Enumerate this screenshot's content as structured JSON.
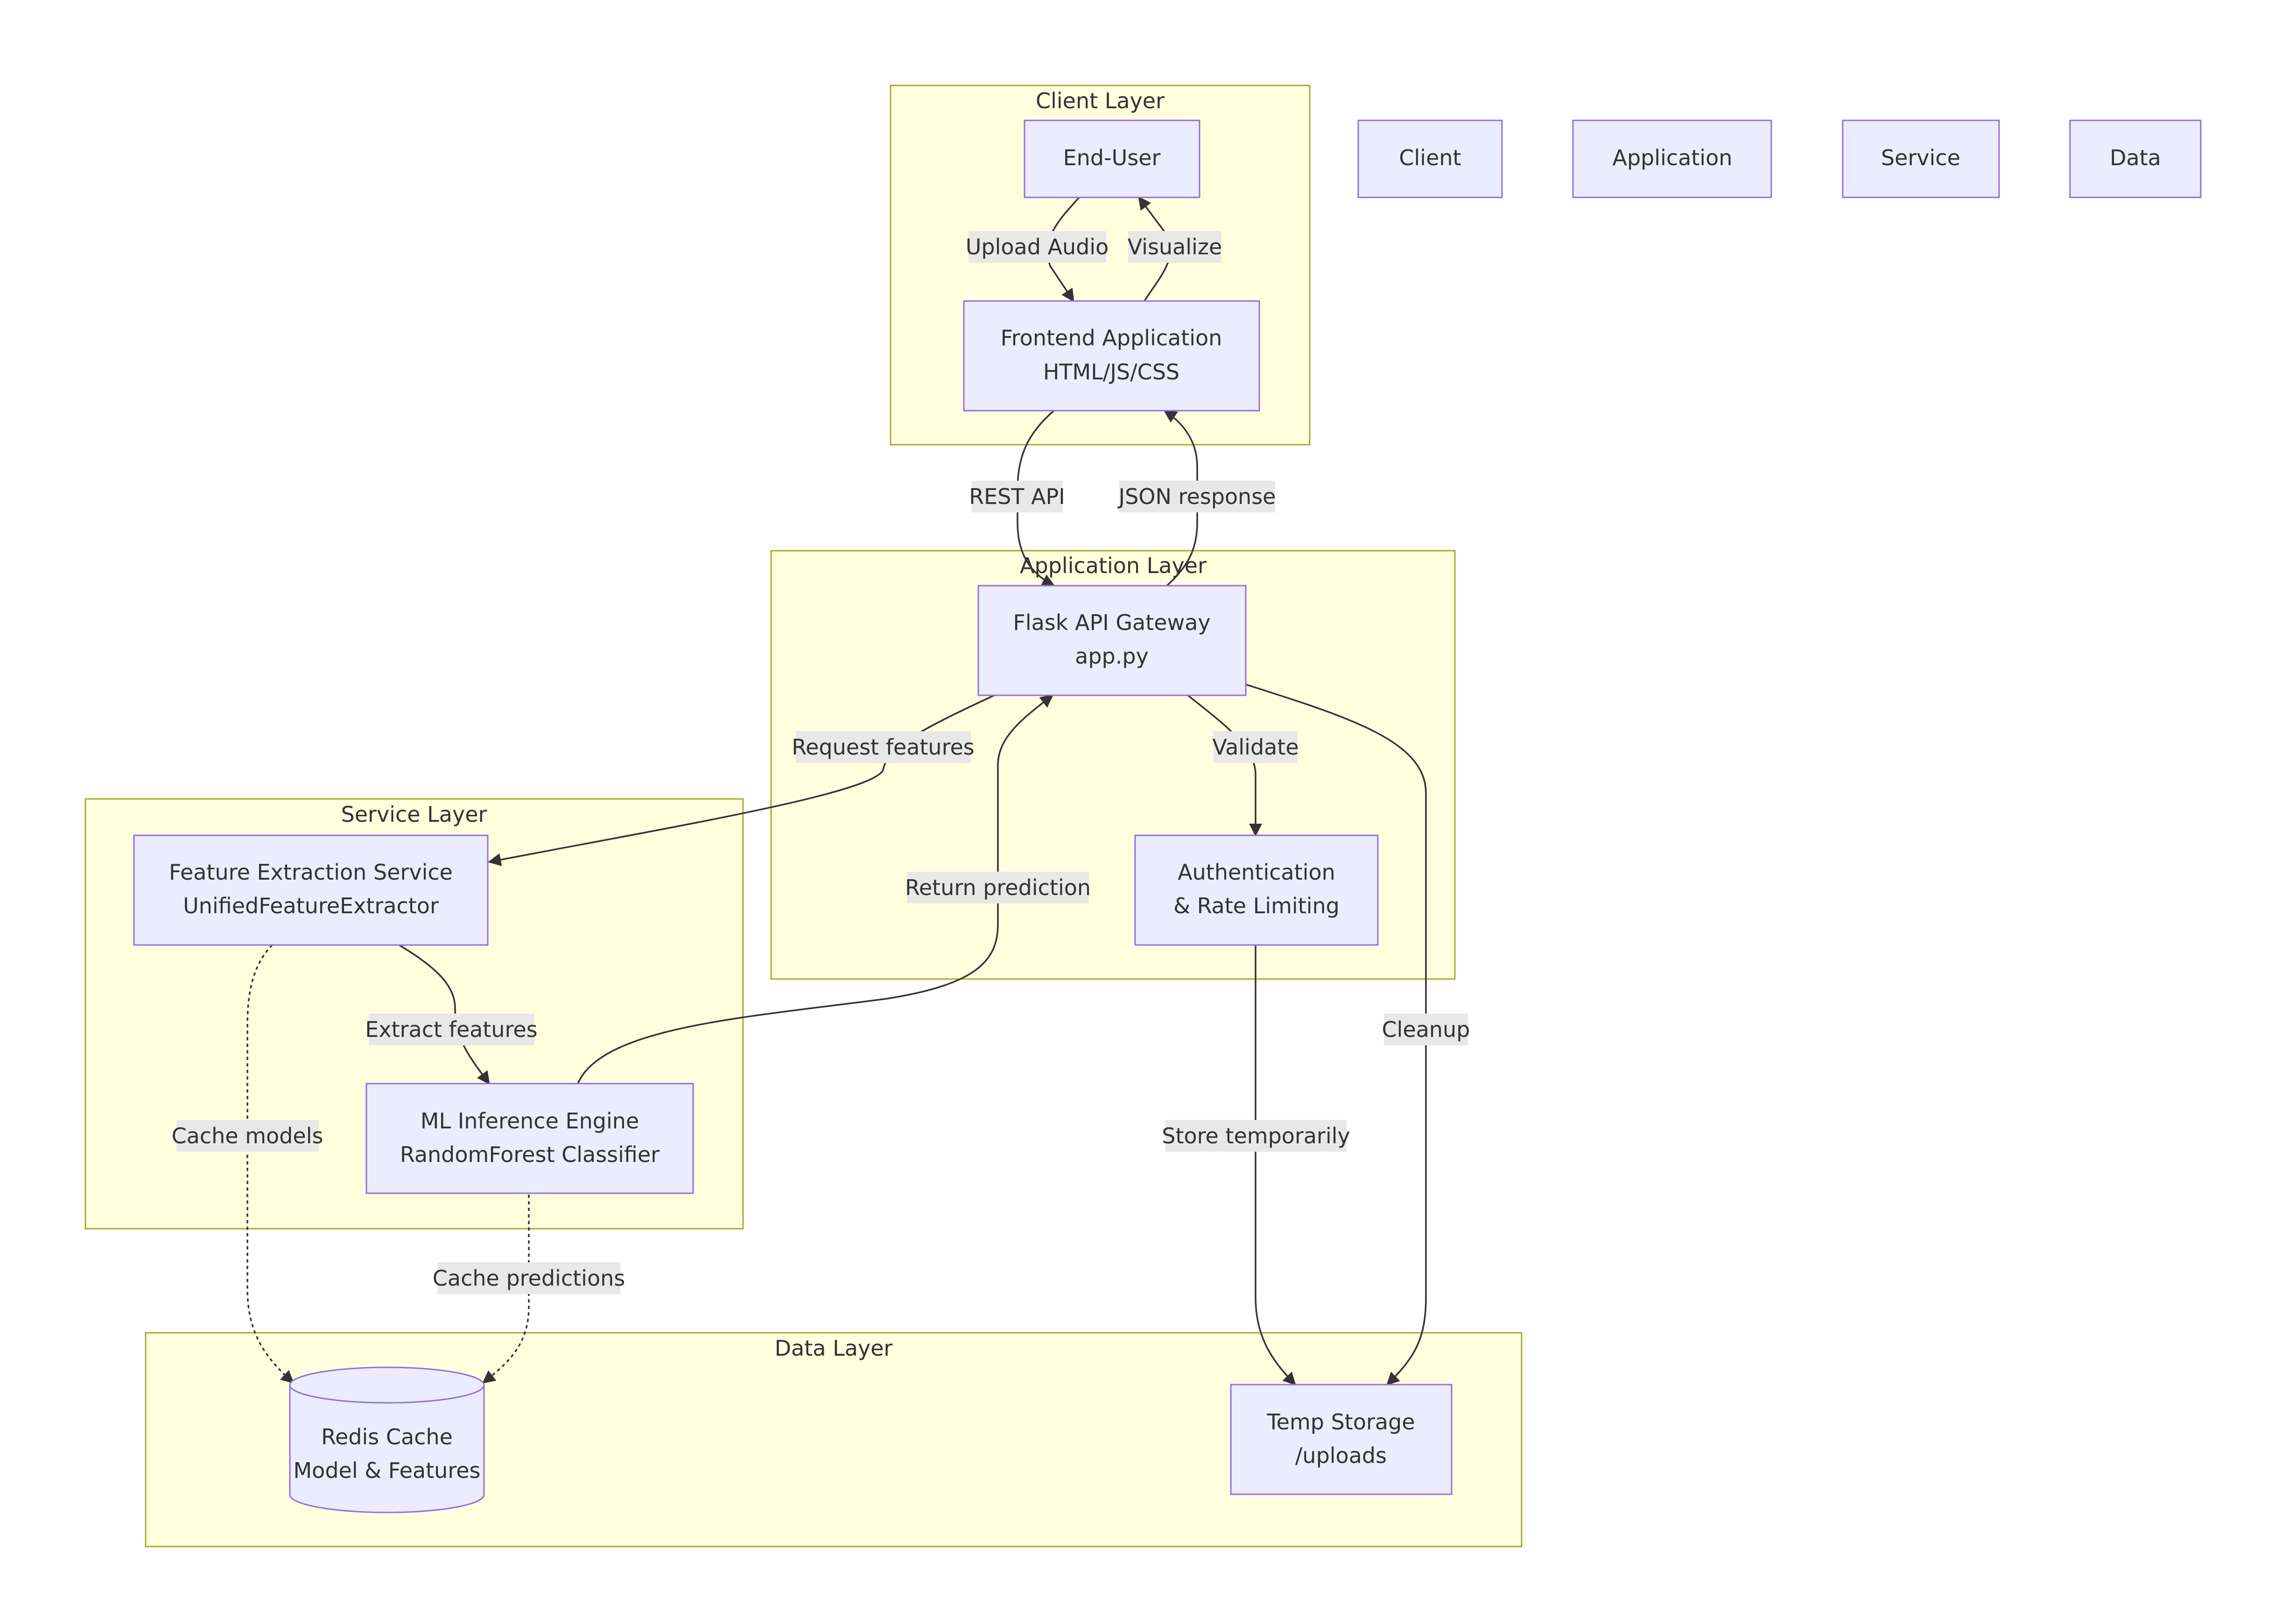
{
  "clusters": {
    "client": "Client Layer",
    "application": "Application Layer",
    "service": "Service Layer",
    "data": "Data Layer"
  },
  "nodes": {
    "end_user": [
      "End-User"
    ],
    "frontend": [
      "Frontend Application",
      "HTML/JS/CSS"
    ],
    "flask": [
      "Flask API Gateway",
      "app.py"
    ],
    "auth": [
      "Authentication",
      "& Rate Limiting"
    ],
    "feature": [
      "Feature Extraction Service",
      "UnifiedFeatureExtractor"
    ],
    "ml": [
      "ML Inference Engine",
      "RandomForest Classifier"
    ],
    "redis": [
      "Redis Cache",
      "Model & Features"
    ],
    "temp": [
      "Temp Storage",
      "/uploads"
    ]
  },
  "legend": [
    "Client",
    "Application",
    "Service",
    "Data"
  ],
  "edges": {
    "upload_audio": "Upload Audio",
    "visualize": "Visualize",
    "rest_api": "REST API",
    "json_response": "JSON response",
    "request_features": "Request features",
    "validate": "Validate",
    "return_prediction": "Return prediction",
    "extract_features": "Extract features",
    "cleanup": "Cleanup",
    "cache_models": "Cache models",
    "store_temporarily": "Store temporarily",
    "cache_predictions": "Cache predictions"
  },
  "colors": {
    "cluster_fill": "#ffffde",
    "cluster_stroke": "#aaaa33",
    "node_fill": "#ececff",
    "node_stroke": "#9370db",
    "edge": "#333333",
    "label_bg": "#e8e8e8"
  }
}
